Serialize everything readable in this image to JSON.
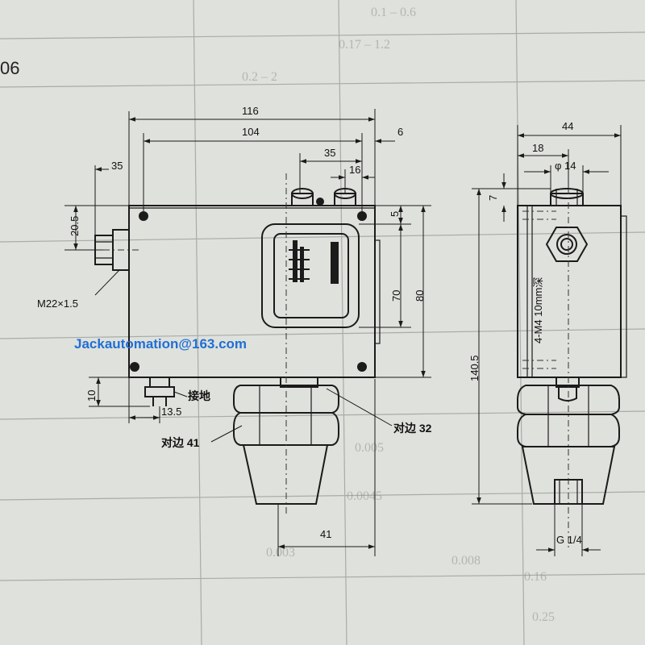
{
  "page_fragment": "06",
  "watermark": "Jackautomation@163.com",
  "dimensions": {
    "width_116": "116",
    "width_104": "104",
    "offset_6": "6",
    "width_35_top": "35",
    "width_16": "16",
    "left_35": "35",
    "height_20_5": "20.5",
    "thread_m22": "M22×1.5",
    "height_5": "5",
    "height_70": "70",
    "height_80": "80",
    "height_10": "10",
    "width_13_5": "13.5",
    "width_41": "41",
    "side_44": "44",
    "side_18": "18",
    "side_phi14": "φ 14",
    "side_7": "7",
    "side_140_5": "140.5",
    "side_4m4": "4-M4 10mm深",
    "side_g14": "G 1/4"
  },
  "labels": {
    "ground": "接地",
    "across_flats_32": "对边 32",
    "across_flats_41": "对边 41"
  }
}
